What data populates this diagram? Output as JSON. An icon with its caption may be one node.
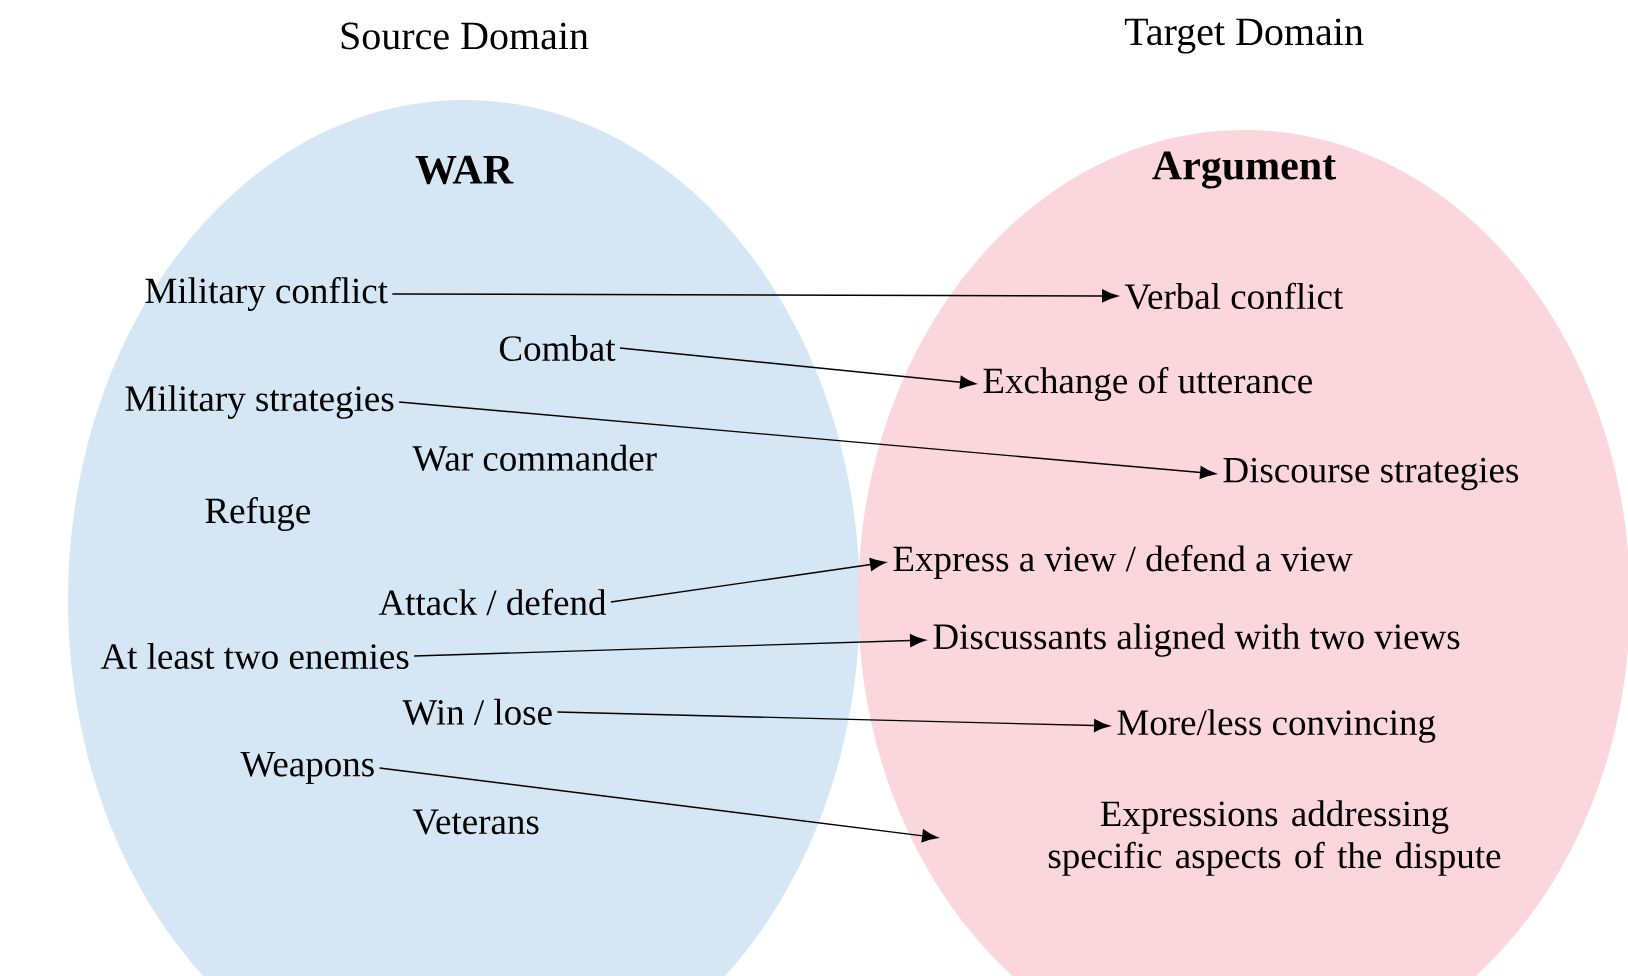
{
  "diagram": {
    "nodes": [
      {
        "text": [
          "Source Domain",
          "WAR"
        ]
      },
      {
        "text": [
          "Target Domain",
          "Argument"
        ]
      },
      {
        "text": [
          "Military conflict"
        ],
        "in": 0
      },
      {
        "text": [
          "Combat"
        ],
        "in": 0
      },
      {
        "text": [
          "Military strategies"
        ],
        "in": 0
      },
      {
        "text": [
          "War commander"
        ],
        "in": 0
      },
      {
        "text": [
          "Refuge"
        ],
        "in": 0
      },
      {
        "text": [
          "Attack / defend"
        ],
        "in": 0
      },
      {
        "text": [
          "At least two enemies"
        ],
        "in": 0
      },
      {
        "text": [
          "Win / lose"
        ],
        "in": 0
      },
      {
        "text": [
          "Weapons"
        ],
        "in": 0
      },
      {
        "text": [
          "Veterans"
        ],
        "in": 0
      },
      {
        "text": [
          "Verbal conflict"
        ],
        "in": 1
      },
      {
        "text": [
          "Exchange of utterance"
        ],
        "in": 1
      },
      {
        "text": [
          "Discourse strategies"
        ],
        "in": 1
      },
      {
        "text": [
          "Express a view / defend a view"
        ],
        "in": 1
      },
      {
        "text": [
          "Discussants aligned with two views"
        ],
        "in": 1
      },
      {
        "text": [
          "More/less convincing"
        ],
        "in": 1
      },
      {
        "text": [
          "Expressions addressing specific aspects of the dispute"
        ],
        "in": 1
      }
    ],
    "edges": [
      {
        "from": 2,
        "to": 12,
        "arrow": "to"
      },
      {
        "from": 3,
        "to": 13,
        "arrow": "to"
      },
      {
        "from": 4,
        "to": 14,
        "arrow": "to"
      },
      {
        "from": 7,
        "to": 15,
        "arrow": "to"
      },
      {
        "from": 8,
        "to": 16,
        "arrow": "to"
      },
      {
        "from": 9,
        "to": 17,
        "arrow": "to"
      },
      {
        "from": 10,
        "to": 18,
        "arrow": "to"
      }
    ]
  }
}
